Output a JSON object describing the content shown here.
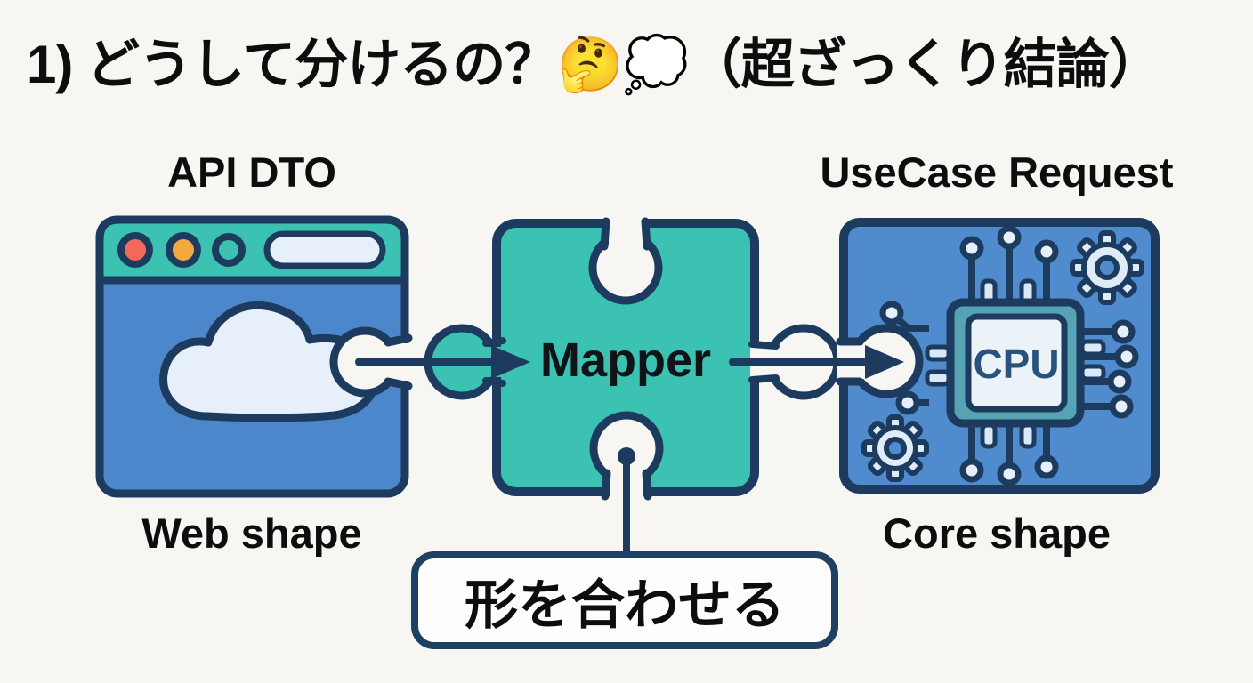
{
  "background_color": "#f7f6f2",
  "title": "1) どうして分けるの？🤔💭（超ざっくり結論）",
  "colors": {
    "outline_navy": "#1d3b5e",
    "teal": "#3cc2b2",
    "browser_blue": "#4b87ca",
    "panel_blue": "#4f8bcd",
    "light_fill": "#e6effa",
    "red_dot": "#f2695c",
    "amber_dot": "#f3a93e",
    "text_black": "#0d0d0d"
  },
  "diagram": {
    "left_piece": {
      "top_label": "API DTO",
      "bottom_label": "Web shape",
      "icon": "browser-window-with-cloud-icon"
    },
    "mapper_piece": {
      "label": "Mapper",
      "icon": "puzzle-piece-icon"
    },
    "right_piece": {
      "top_label": "UseCase Request",
      "bottom_label": "Core shape",
      "chip_label": "CPU",
      "icons": [
        "cpu-chip-icon",
        "gear-icon",
        "circuit-trace-icon"
      ]
    },
    "arrows": {
      "left_to_mapper": "arrow-right",
      "mapper_to_right": "arrow-right"
    },
    "callout": {
      "text": "形を合わせる"
    }
  }
}
